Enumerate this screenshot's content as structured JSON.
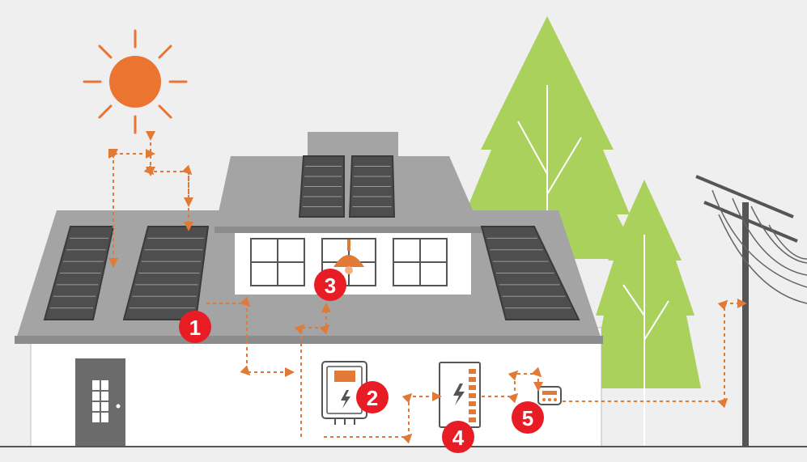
{
  "colors": {
    "background": "#efefef",
    "sun": "#ea7430",
    "flow": "#e07a36",
    "marker": "#e81c24",
    "roof": "#a4a4a4",
    "roof_edge": "#8c8c8c",
    "panel": "#4e4e4e",
    "wall": "#ffffff",
    "door": "#6b6b6b",
    "tree": "#a9d15c",
    "pole": "#555555"
  },
  "icons": [
    "sun-icon",
    "solar-panel-icon",
    "lamp-icon",
    "inverter-icon",
    "battery-icon",
    "meter-icon",
    "utility-pole-icon",
    "tree-icon",
    "door-icon"
  ],
  "markers": [
    {
      "label": "1",
      "component": "solar-panels"
    },
    {
      "label": "2",
      "component": "inverter"
    },
    {
      "label": "3",
      "component": "lamp"
    },
    {
      "label": "4",
      "component": "battery"
    },
    {
      "label": "5",
      "component": "meter"
    }
  ]
}
